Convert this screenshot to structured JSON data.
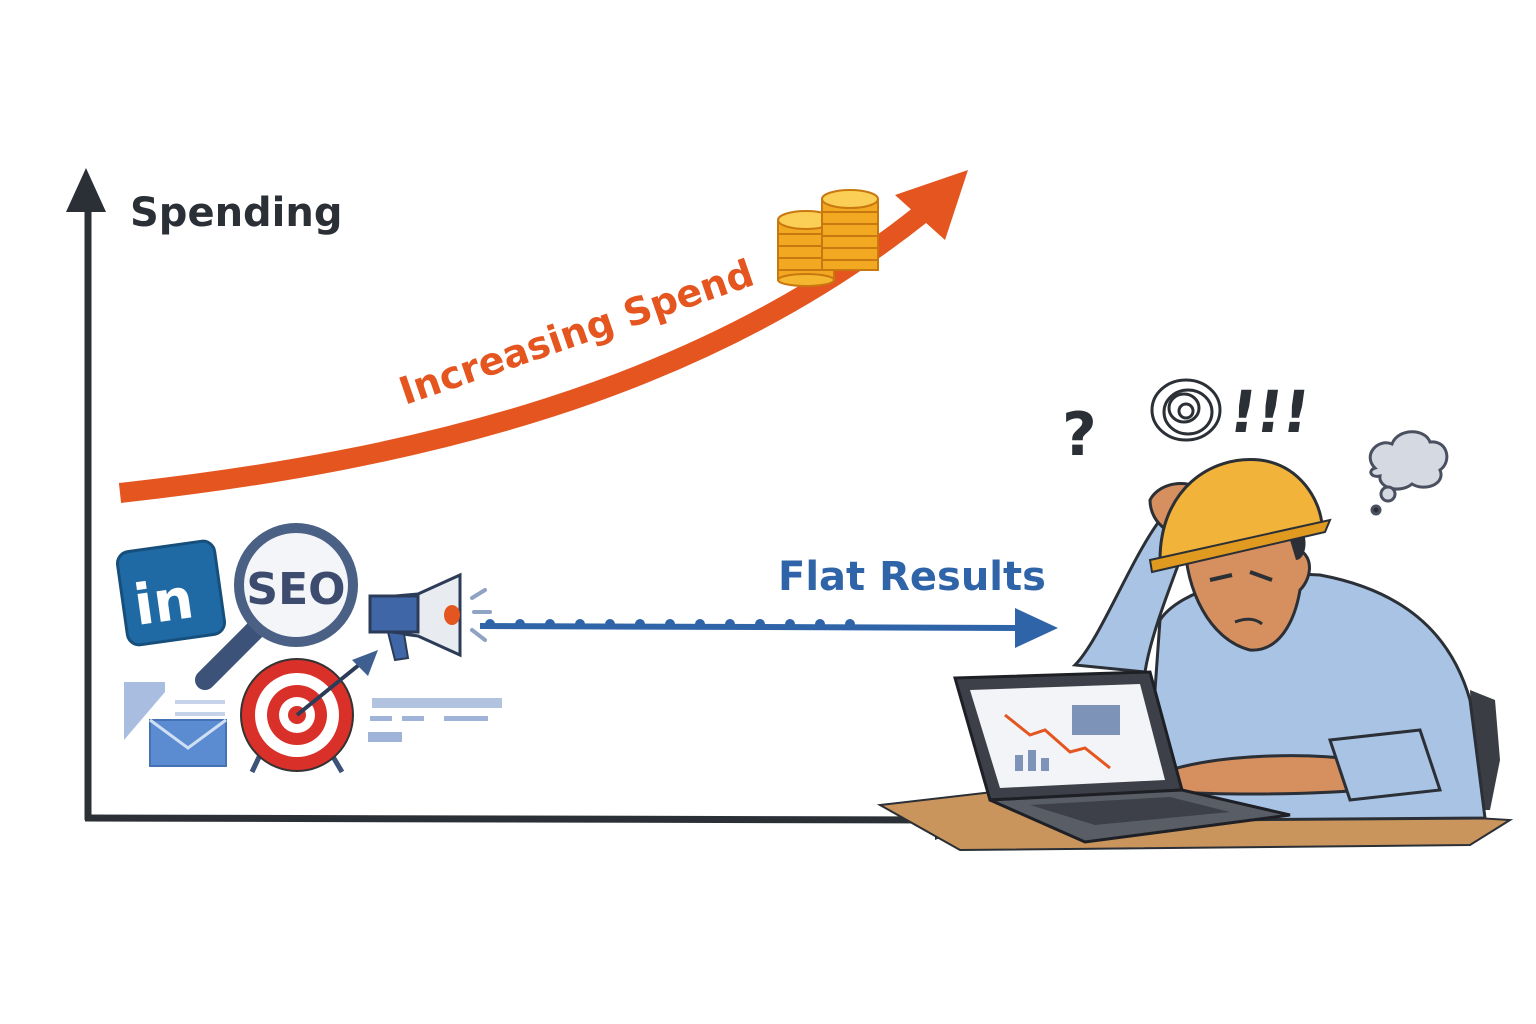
{
  "axis": {
    "y_label": "Spending"
  },
  "curves": {
    "spend_label": "Increasing Spend",
    "results_label": "Flat Results"
  },
  "icons": {
    "linkedin_text": "in",
    "seo_text": "SEO"
  },
  "thoughts": {
    "question": "?",
    "exclamations": "!!!"
  },
  "colors": {
    "spend": "#e4551f",
    "results": "#2f65a8",
    "axis": "#2b2f36",
    "helmet": "#f2b33a",
    "shirt": "#a9c3e4"
  }
}
